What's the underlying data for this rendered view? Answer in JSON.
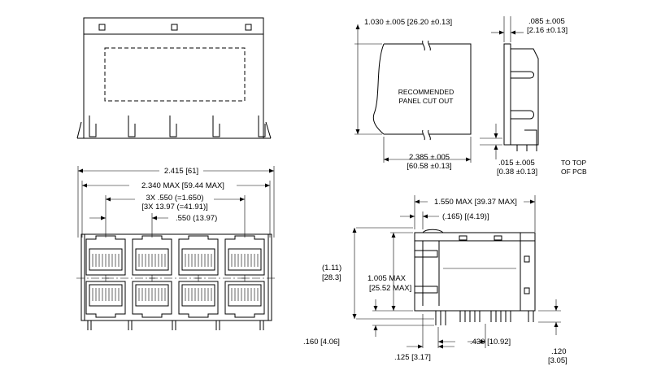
{
  "dims": {
    "panel_width": "1.030 ±.005 [26.20 ±0.13]",
    "edge_offset_a": ".085 ±.005",
    "edge_offset_b": "[2.16 ±0.13]",
    "cutout_label_1": "RECOMMENDED",
    "cutout_label_2": "PANEL CUT OUT",
    "cutout_height_a": "2.385 ±.005",
    "cutout_height_b": "[60.58 ±0.13]",
    "pcb_offset_a": ".015 ±.005",
    "pcb_offset_b": "[0.38 ±0.13]",
    "pcb_note_a": "TO TOP",
    "pcb_note_b": "OF PCB",
    "overall_width": "2.415 [61]",
    "max_width": "2.340 MAX [59.44 MAX]",
    "pitch_total_a": "3X .550 (=1.650)",
    "pitch_total_b": "[3X 13.97 (=41.91)]",
    "pitch": ".550 (13.97)",
    "depth_max": "1.550 MAX [39.37 MAX]",
    "front_offset": "(.165) [(4.19)]",
    "height_ref_a": "(1.11)",
    "height_ref_b": "[28.3]",
    "height_max_a": "1.005 MAX",
    "height_max_b": "[25.52 MAX]",
    "pin_len": ".160 [4.06]",
    "pin_a": ".125 [3.17]",
    "pin_b": ".430 [10.92]",
    "tail_a": ".120",
    "tail_b": "[3.05]"
  }
}
